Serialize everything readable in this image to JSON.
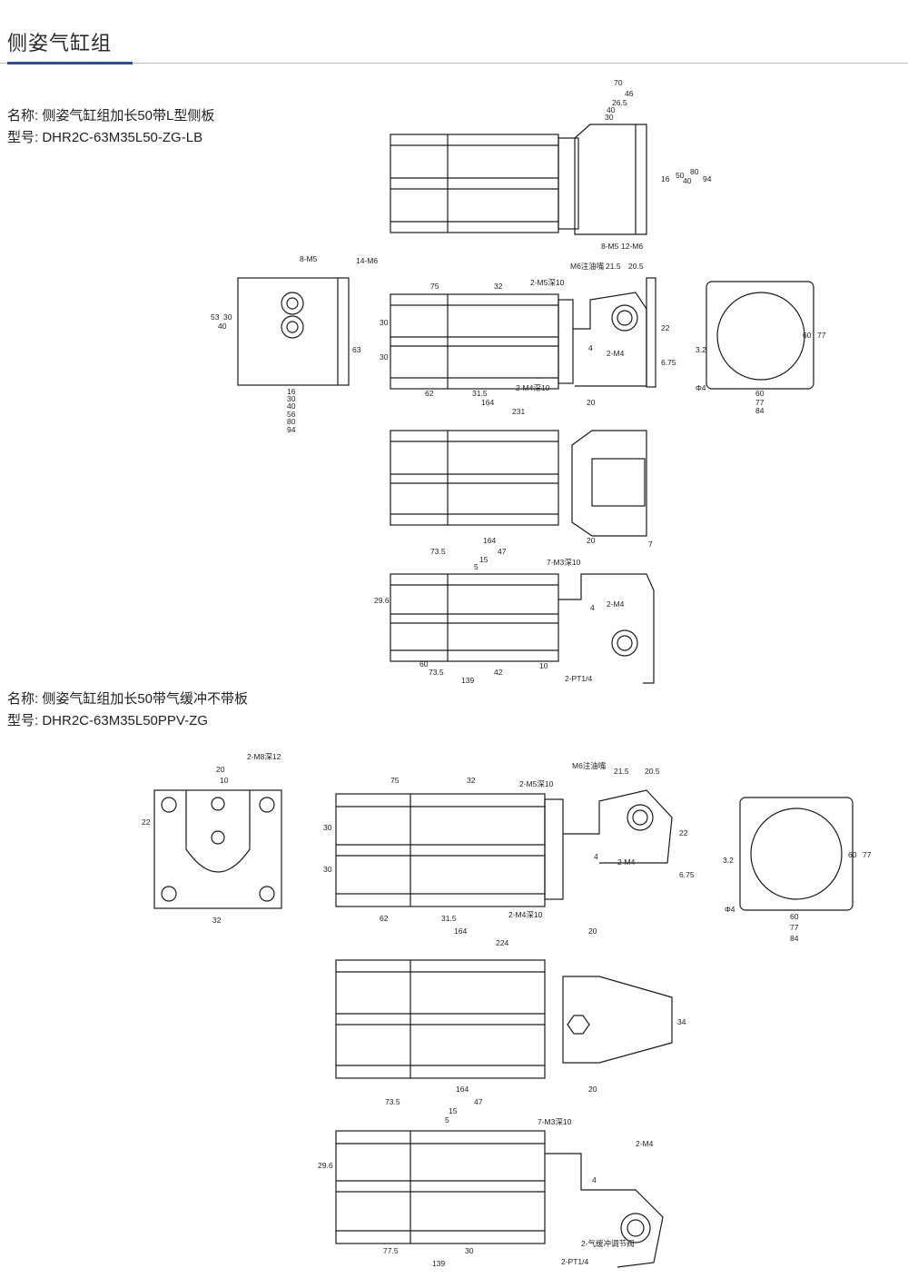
{
  "page": {
    "title": "侧姿气缸组"
  },
  "products": [
    {
      "name_label": "名称:",
      "name": "侧姿气缸组加长50带L型侧板",
      "model_label": "型号:",
      "model": "DHR2C-63M35L50-ZG-LB"
    },
    {
      "name_label": "名称:",
      "name": "侧姿气缸组加长50带气缓冲不带板",
      "model_label": "型号:",
      "model": "DHR2C-63M35L50PPV-ZG"
    }
  ],
  "annotations": {
    "p1_top": [
      "70",
      "46",
      "26.5",
      "40",
      "30",
      "94",
      "80",
      "50",
      "16",
      "40",
      "8-M5",
      "12-M6"
    ],
    "p1_left": [
      "8-M5",
      "14-M6",
      "30",
      "40",
      "53",
      "63",
      "16",
      "30",
      "40",
      "56",
      "80",
      "94"
    ],
    "p1_front": [
      "75",
      "32",
      "2-M5深10",
      "M6注油嘴",
      "21.5",
      "20.5",
      "30",
      "30",
      "22",
      "2-M4",
      "4",
      "6.75",
      "62",
      "31.5",
      "164",
      "20",
      "231",
      "2-M4深10"
    ],
    "p1_right": [
      "77",
      "60",
      "3.2",
      "Φ4",
      "60",
      "77",
      "84"
    ],
    "p1_plan": [
      "164",
      "20",
      "7"
    ],
    "p1_bottom": [
      "73.5",
      "47",
      "15",
      "5",
      "7-M3深10",
      "29.6",
      "2-M4",
      "4",
      "60",
      "73.5",
      "139",
      "42",
      "10",
      "2-PT1/4"
    ],
    "p2_left": [
      "2-M8深12",
      "20",
      "10",
      "22",
      "32"
    ],
    "p2_front": [
      "75",
      "32",
      "2-M5深10",
      "M6注油嘴",
      "21.5",
      "20.5",
      "30",
      "30",
      "22",
      "2-M4",
      "4",
      "6.75",
      "62",
      "31.5",
      "164",
      "20",
      "224",
      "2-M4深10"
    ],
    "p2_right": [
      "77",
      "60",
      "3.2",
      "Φ4",
      "60",
      "77",
      "84"
    ],
    "p2_plan": [
      "34"
    ],
    "p2_bottom": [
      "164",
      "20",
      "73.5",
      "47",
      "15",
      "5",
      "7-M3深10",
      "29.6",
      "2-M4",
      "4",
      "77.5",
      "30",
      "139",
      "2-PT1/4",
      "2-气缓冲调节阀"
    ]
  }
}
